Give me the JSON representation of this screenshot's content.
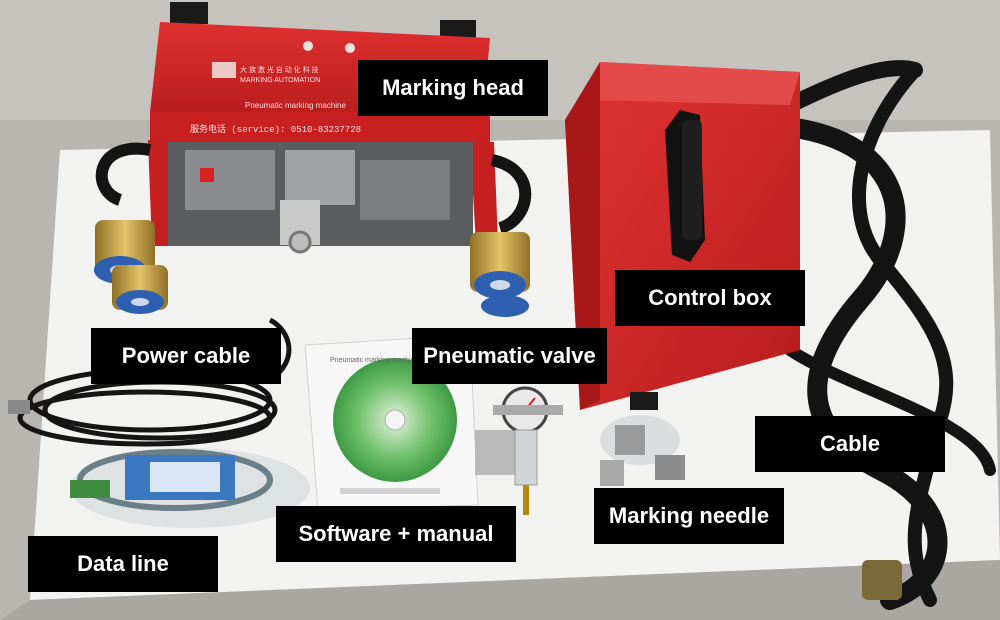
{
  "photo": {
    "colors": {
      "background": "#b9b6b2",
      "paper": "#f2f2f0",
      "red_body": "#cf2222",
      "dark_red": "#8e1414",
      "cable": "#141414",
      "brass": "#c9a54a",
      "magnet_blue": "#2e5fb0",
      "cd_green": "#57b35a"
    },
    "device_text": {
      "panel_line1": "Pneumatic marking machine",
      "panel_service": "服务电话 (service): 0510-83237728",
      "cd_title": "Pneumatic marking machine"
    }
  },
  "labels": {
    "marking_head": "Marking head",
    "control_box": "Control box",
    "power_cable": "Power cable",
    "pneumatic_valve": "Pneumatic valve",
    "cable": "Cable",
    "marking_needle": "Marking needle",
    "software_manual": "Software + manual",
    "data_line": "Data line"
  }
}
